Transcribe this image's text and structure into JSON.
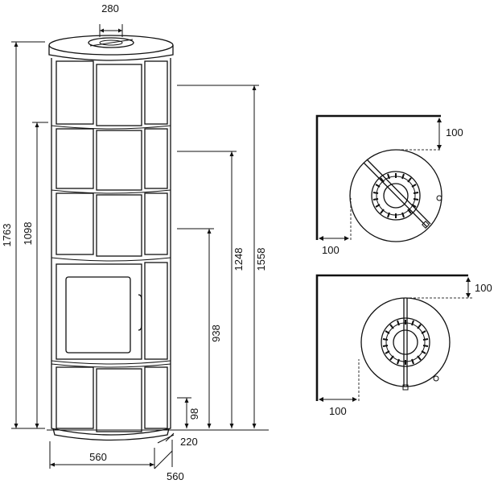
{
  "dimensions": {
    "top_width": "280",
    "total_height": "1763",
    "door_height": "1098",
    "height_1558": "1558",
    "height_1248": "1248",
    "height_938": "938",
    "height_98": "98",
    "depth_220": "220",
    "width_front": "560",
    "width_side": "560"
  },
  "plans": {
    "top_wall_clearance": "100",
    "top_side_clearance": "100",
    "bottom_wall_clearance": "100",
    "bottom_side_clearance": "100"
  }
}
